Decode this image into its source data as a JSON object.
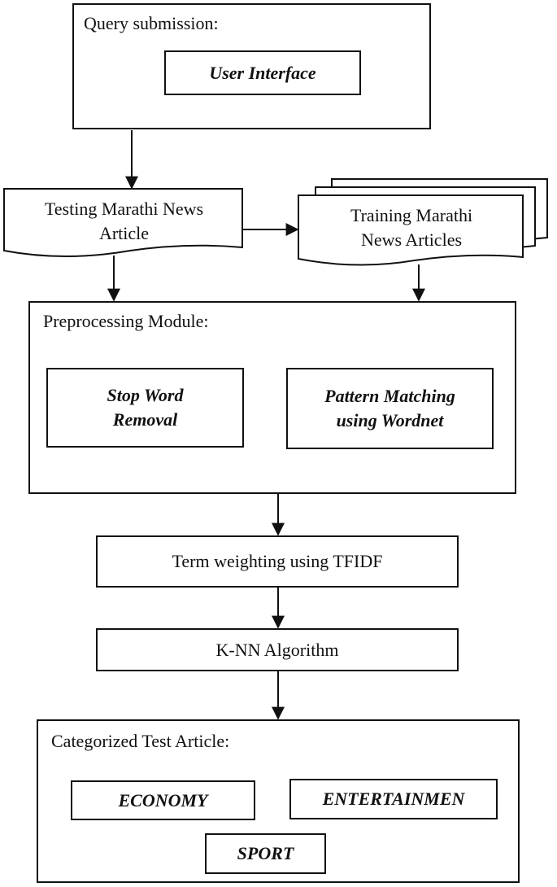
{
  "query": {
    "title": "Query submission:",
    "ui": "User Interface"
  },
  "testing_doc": {
    "line1": "Testing Marathi News",
    "line2": "Article"
  },
  "training_docs": {
    "line1": "Training Marathi",
    "line2": "News Articles"
  },
  "preprocessing": {
    "title": "Preprocessing Module:",
    "stop_line1": "Stop Word",
    "stop_line2": "Removal",
    "pattern_line1": "Pattern Matching",
    "pattern_line2": "using Wordnet"
  },
  "term_weighting": "Term weighting using TFIDF",
  "knn": "K-NN Algorithm",
  "categorized": {
    "title": "Categorized Test Article:",
    "economy": "ECONOMY",
    "entertainment": "ENTERTAINMEN",
    "sport": "SPORT"
  }
}
